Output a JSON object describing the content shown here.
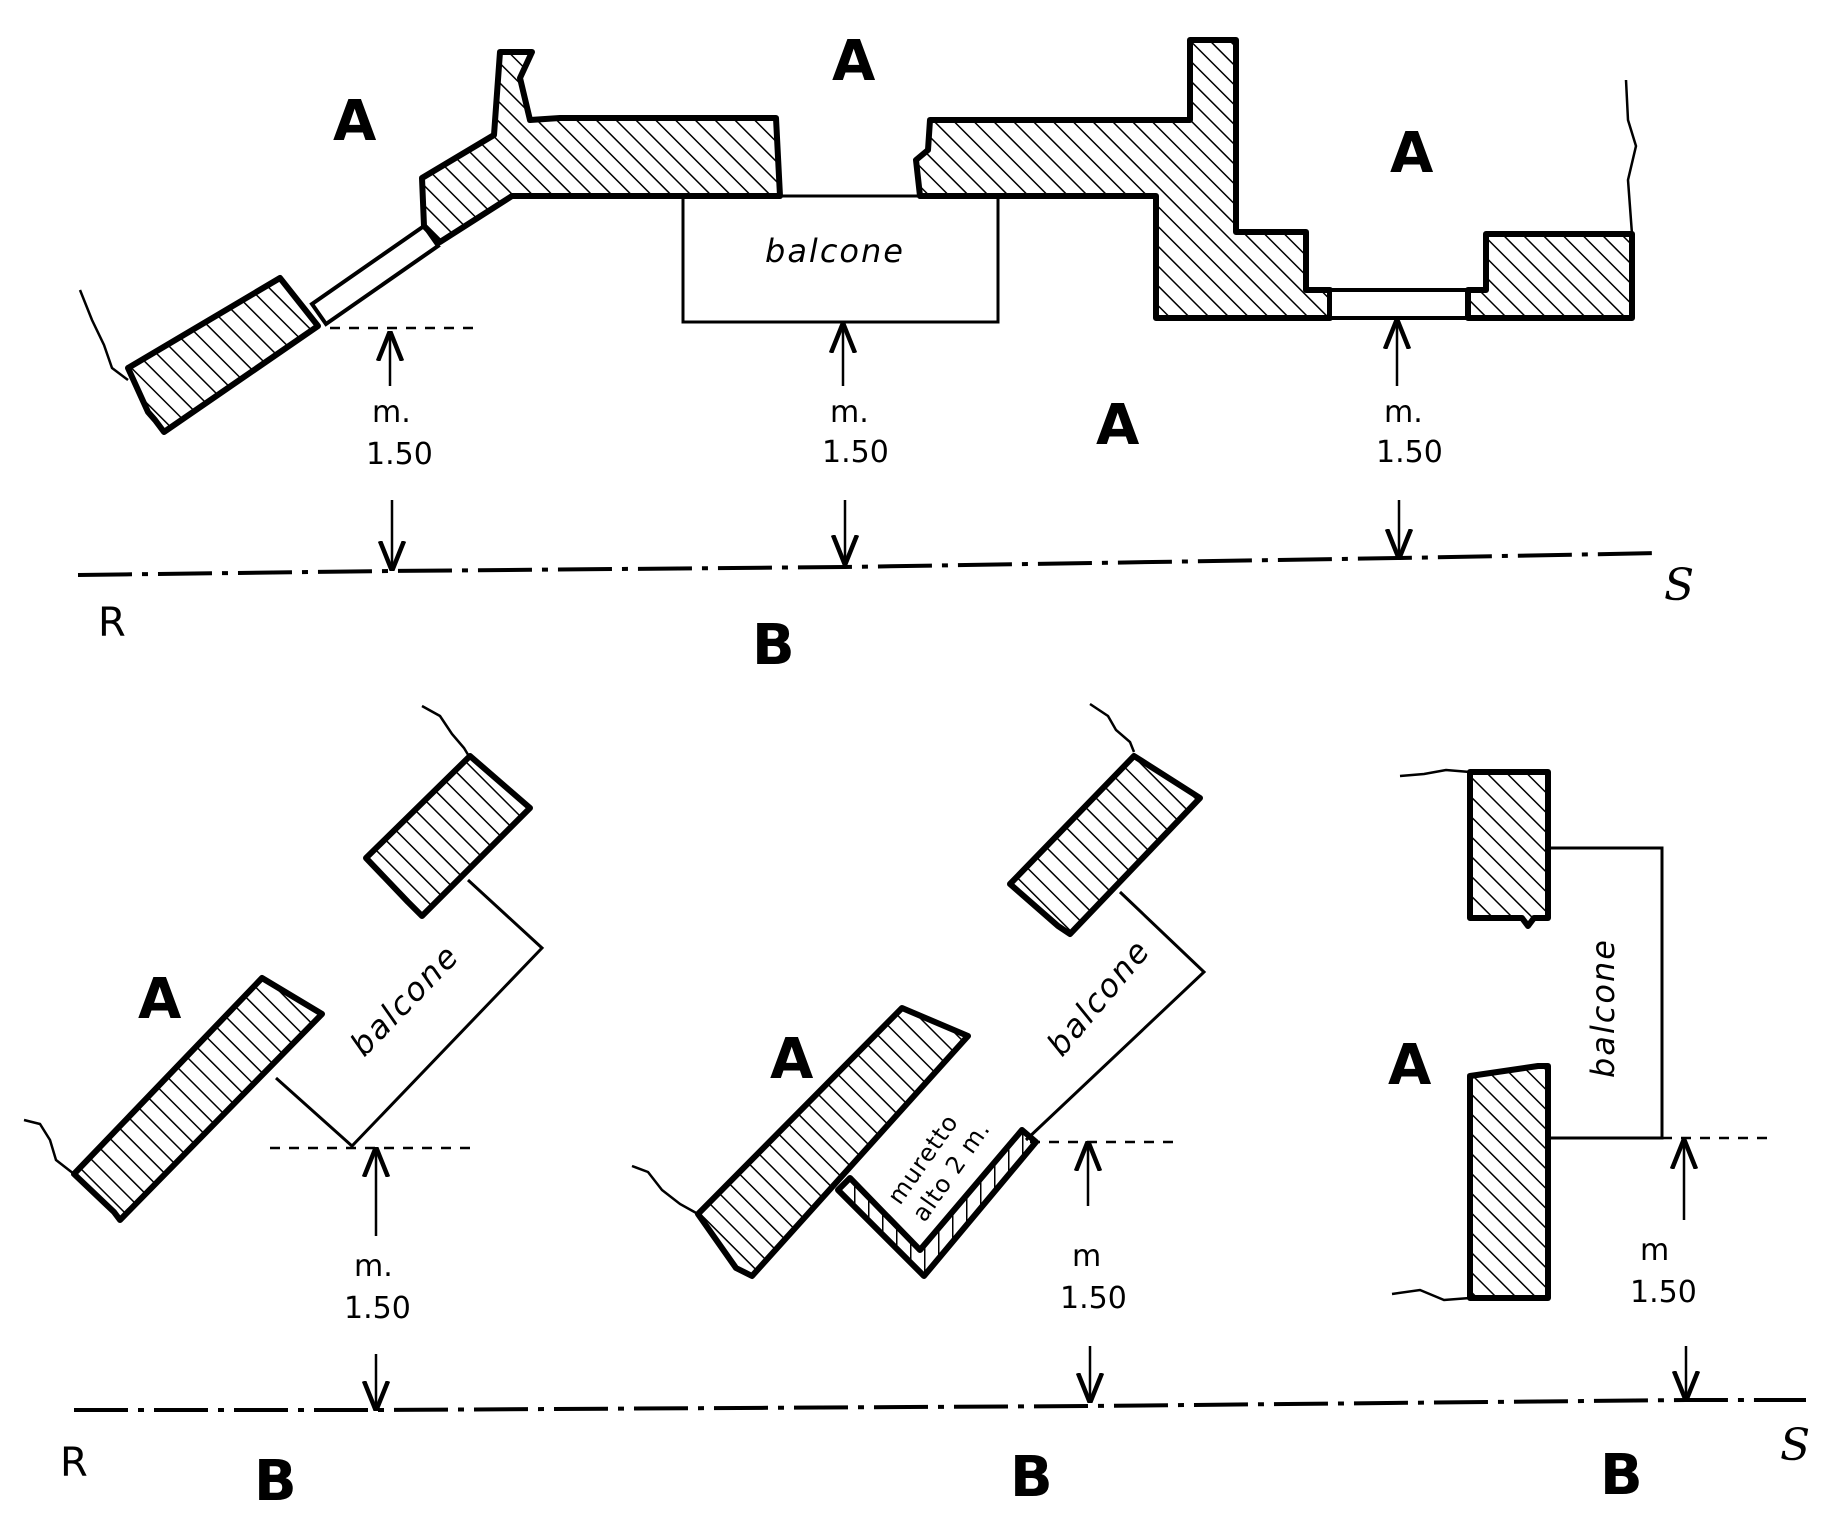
{
  "labels": {
    "area": "A",
    "street": "B",
    "left_end": "R",
    "right_end": "S",
    "balcony": "balcone",
    "dim_unit_dot": "m.",
    "dim_unit": "m",
    "dim_value": "1.50",
    "muretto_line1": "muretto",
    "muretto_line2": "alto 2 m."
  }
}
